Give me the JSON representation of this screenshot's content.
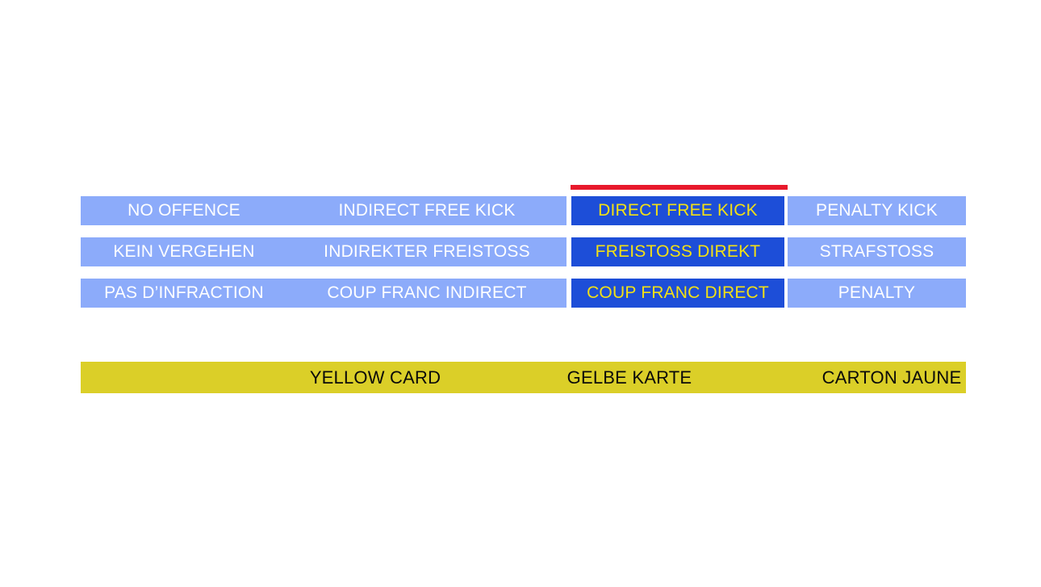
{
  "slide": {
    "theme_colors": {
      "light_blue": "#8cabfa",
      "dark_blue": "#1d4ed8",
      "highlight_text": "#f2e015",
      "red_accent": "#e8192c",
      "yellow_card": "#dbcf28",
      "white_text": "#ffffff",
      "black_text": "#0a0a0a"
    }
  },
  "matrix": {
    "columns": [
      {
        "key": "no_offence",
        "highlighted": false
      },
      {
        "key": "indirect_free_kick",
        "highlighted": false
      },
      {
        "key": "direct_free_kick",
        "highlighted": true
      },
      {
        "key": "penalty_kick",
        "highlighted": false
      }
    ],
    "rows": [
      {
        "language": "en",
        "cells": {
          "no_offence": "NO OFFENCE",
          "indirect_free_kick": "INDIRECT FREE KICK",
          "direct_free_kick": "DIRECT FREE KICK",
          "penalty_kick": "PENALTY KICK"
        }
      },
      {
        "language": "de",
        "cells": {
          "no_offence": "KEIN VERGEHEN",
          "indirect_free_kick": "INDIREKTER FREISTOSS",
          "direct_free_kick": "FREISTOSS DIREKT",
          "penalty_kick": "STRAFSTOSS"
        }
      },
      {
        "language": "fr",
        "cells": {
          "no_offence": "PAS D’INFRACTION",
          "indirect_free_kick": "COUP FRANC INDIRECT",
          "direct_free_kick": "COUP FRANC DIRECT",
          "penalty_kick": "PENALTY"
        }
      }
    ]
  },
  "card_bar": {
    "en": "YELLOW CARD",
    "de": "GELBE KARTE",
    "fr": "CARTON JAUNE"
  }
}
